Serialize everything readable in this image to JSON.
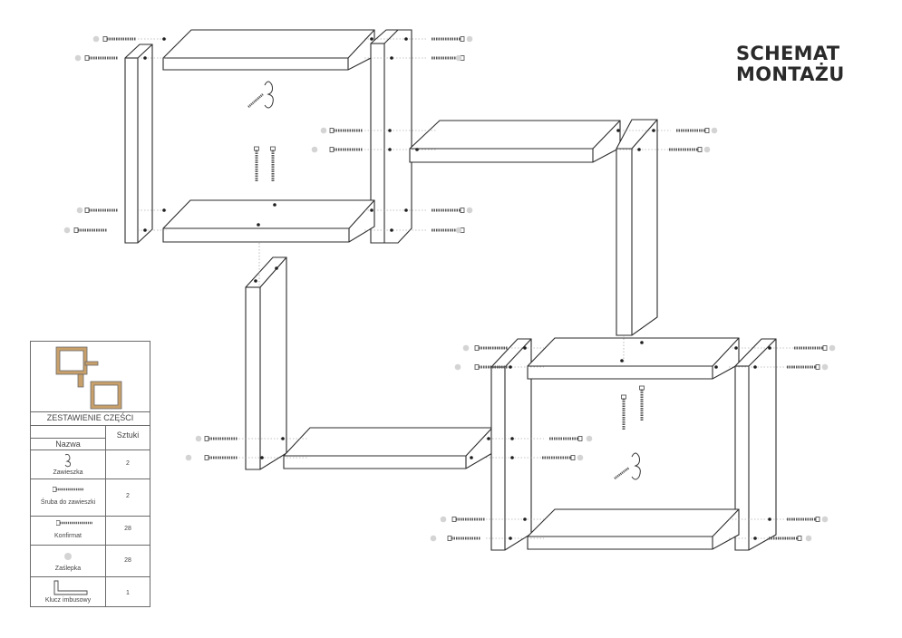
{
  "title": {
    "line1": "SCHEMAT",
    "line2": "MONTAŻU"
  },
  "parts_table": {
    "heading": "ZESTAWIENIE CZĘŚCI",
    "col_name": "Nazwa",
    "col_qty": "Sztuki",
    "rows": [
      {
        "name": "Zawieszka",
        "qty": "2",
        "icon": "hanger-icon"
      },
      {
        "name": "Śruba do zawieszki",
        "qty": "2",
        "icon": "screw-icon"
      },
      {
        "name": "Konfirmat",
        "qty": "28",
        "icon": "confirmat-screw-icon"
      },
      {
        "name": "Zaślepka",
        "qty": "28",
        "icon": "cap-icon"
      },
      {
        "name": "Klucz imbusowy",
        "qty": "1",
        "icon": "allen-key-icon"
      }
    ]
  },
  "colors": {
    "line": "#2b2b2b",
    "dash": "#8a8a8a",
    "cap": "#d4d4d4"
  }
}
